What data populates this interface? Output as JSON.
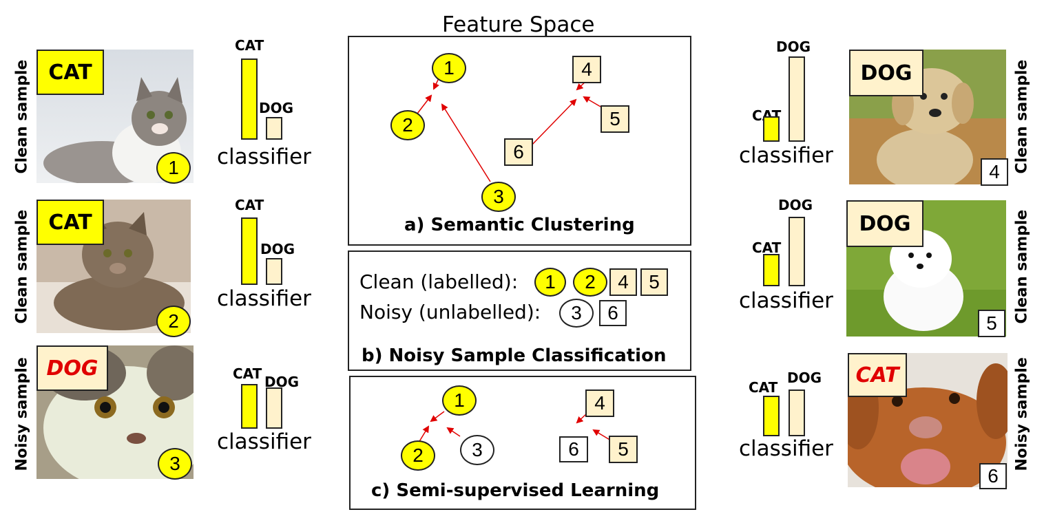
{
  "feature_space_title": "Feature Space",
  "bar_labels": {
    "cat": "CAT",
    "dog": "DOG"
  },
  "classifier_label": "classifier",
  "colors": {
    "clean_label": "#ffff00",
    "dog_label": "#fff2cc",
    "noisy_label_text": "#e00000"
  },
  "samples": [
    {
      "side_label": "Clean sample",
      "label": "CAT",
      "id": "1",
      "cat_score": 1.0,
      "dog_score": 0.28
    },
    {
      "side_label": "Clean sample",
      "label": "CAT",
      "id": "2",
      "cat_score": 1.0,
      "dog_score": 0.4
    },
    {
      "side_label": "Noisy sample",
      "label": "DOG",
      "id": "3",
      "cat_score": 1.0,
      "dog_score": 0.93
    },
    {
      "side_label": "Clean sample",
      "label": "DOG",
      "id": "4",
      "cat_score": 0.3,
      "dog_score": 1.0
    },
    {
      "side_label": "Clean sample",
      "label": "DOG",
      "id": "5",
      "cat_score": 0.47,
      "dog_score": 1.0
    },
    {
      "side_label": "Noisy sample",
      "label": "CAT",
      "id": "6",
      "cat_score": 0.87,
      "dog_score": 1.0
    }
  ],
  "panel_a": {
    "title": "a) Semantic Clustering",
    "nodes": [
      "1",
      "2",
      "3",
      "4",
      "5",
      "6"
    ]
  },
  "panel_b": {
    "title": "b) Noisy Sample Classification",
    "clean_text": "Clean (labelled):",
    "clean_ids": [
      "1",
      "2",
      "4",
      "5"
    ],
    "noisy_text": "Noisy (unlabelled):",
    "noisy_ids": [
      "3",
      "6"
    ]
  },
  "panel_c": {
    "title": "c) Semi-supervised Learning",
    "nodes": [
      "1",
      "2",
      "3",
      "4",
      "5",
      "6"
    ]
  }
}
